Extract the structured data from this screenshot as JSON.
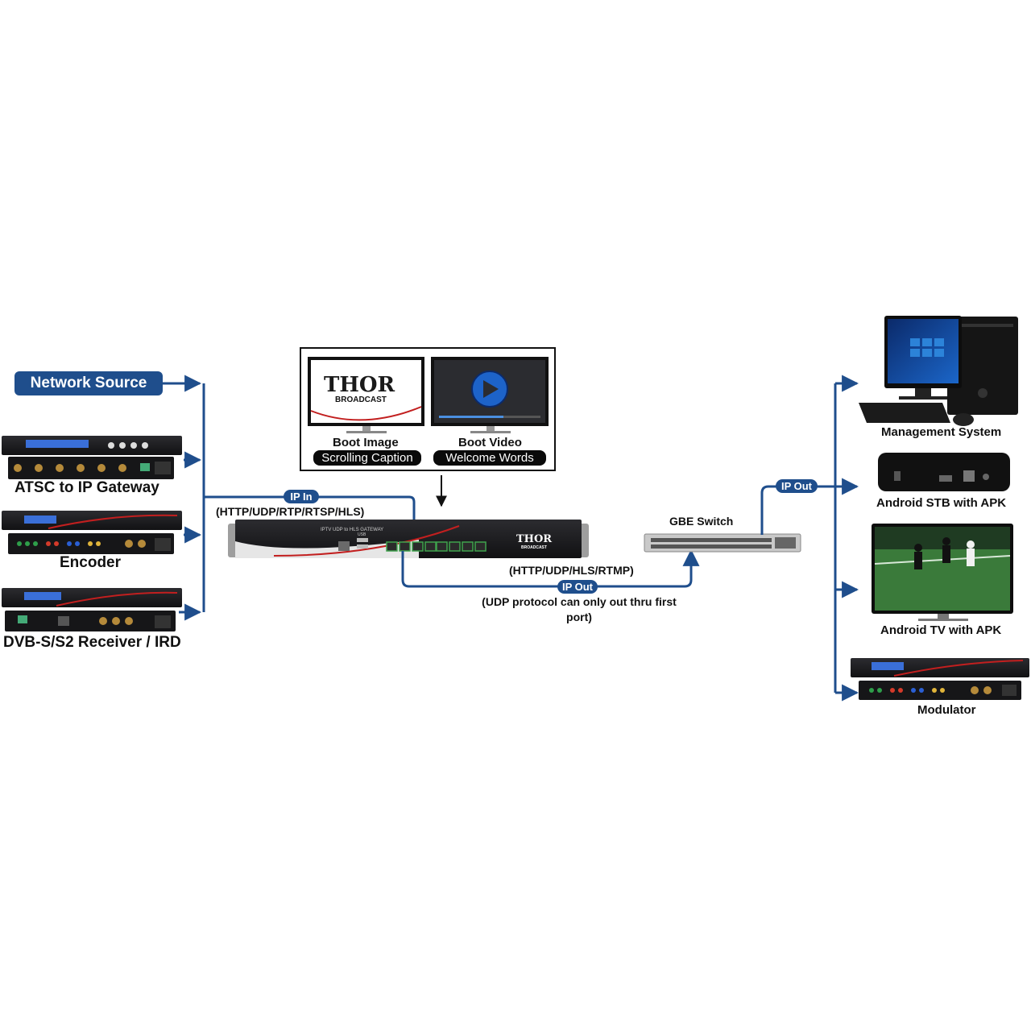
{
  "colors": {
    "line": "#1f4e8c",
    "pill": "#1f4e8c",
    "rack": "#1b1b1d",
    "lcd": "#3a6fd8"
  },
  "sources": {
    "network_source": "Network Source",
    "atsc_gateway": "ATSC to IP Gateway",
    "encoder": "Encoder",
    "dvb_receiver": "DVB-S/S2 Receiver / IRD"
  },
  "boot": {
    "logo_main": "THOR",
    "logo_sub": "BROADCAST",
    "boot_image": "Boot Image",
    "scrolling_caption": "Scrolling Caption",
    "boot_video": "Boot Video",
    "welcome_words": "Welcome Words"
  },
  "gateway": {
    "panel_title": "IPTV UDP to HLS GATEWAY",
    "usb_label": "USB",
    "logo_main": "THOR",
    "logo_sub": "BROADCAST"
  },
  "links": {
    "ip_in": "IP In",
    "ip_in_protocols": "(HTTP/UDP/RTP/RTSP/HLS)",
    "ip_out_mid": "IP Out",
    "ip_out_protocols": "(HTTP/UDP/HLS/RTMP)",
    "udp_note": "(UDP protocol can only out thru first port)",
    "ip_out_right": "IP Out"
  },
  "switch": {
    "label": "GBE Switch"
  },
  "outputs": {
    "management": "Management System",
    "stb": "Android STB with APK",
    "tv": "Android TV with APK",
    "modulator": "Modulator"
  }
}
